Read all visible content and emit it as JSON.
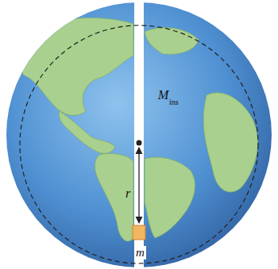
{
  "diagram": {
    "labels": [
      "M",
      "ins",
      "r",
      "m"
    ]
  }
}
